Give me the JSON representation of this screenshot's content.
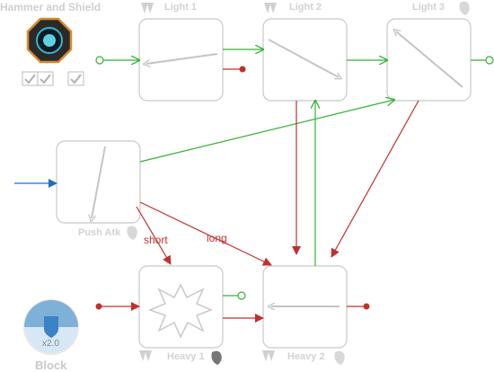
{
  "title": "Hammer and Shield",
  "nodes": {
    "light1": {
      "label": "Light 1"
    },
    "light2": {
      "label": "Light 2"
    },
    "light3": {
      "label": "Light 3"
    },
    "push": {
      "label": "Push Atk"
    },
    "heavy1": {
      "label": "Heavy 1"
    },
    "heavy2": {
      "label": "Heavy 2"
    }
  },
  "edges": {
    "short": "short",
    "long": "long"
  },
  "block": {
    "label": "Block",
    "count": "x2.0"
  },
  "colors": {
    "green": "#33b233",
    "red": "#c0302e",
    "blue": "#1f6fc2",
    "box_border": "#c8c8c8"
  }
}
